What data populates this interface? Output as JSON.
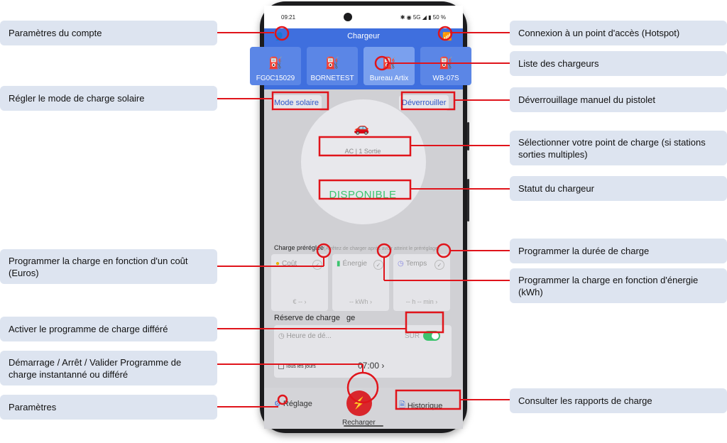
{
  "callouts": {
    "account_settings": "Paramètres du compte",
    "solar_mode": "Régler le mode de charge solaire",
    "cost_schedule": "Programmer la charge en fonction d'un coût (Euros)",
    "deferred_program": "Activer le programme de charge différé",
    "start_stop": "Démarrage / Arrêt / Valider Programme de charge instantanné ou différé",
    "settings": "Paramètres",
    "hotspot": "Connexion à un point d'accès (Hotspot)",
    "charger_list": "Liste des chargeurs",
    "manual_unlock": "Déverrouillage manuel du pistolet",
    "select_outlet": "Sélectionner votre point de charge (si stations sorties multiples)",
    "charger_status": "Statut du chargeur",
    "duration_schedule": "Programmer la durée de charge",
    "energy_schedule": "Programmer la charge en fonction d'énergie (kWh)",
    "history_reports": "Consulter les rapports de charge"
  },
  "status_bar": {
    "time": "09:21",
    "indicators": "✱ ◉ 5G ◢ ▮ 50 %"
  },
  "app": {
    "title": "Chargeur",
    "chargers": [
      "FG0C15029",
      "BORNETEST",
      "Bureau Artix",
      "WB-07S"
    ],
    "solar_mode_label": "Mode solaire",
    "unlock_label": "Déverrouiller",
    "outlet_label": "AC | 1 Sortie",
    "status_label": "DISPONIBLE",
    "preset_title": "Charge préréglée",
    "preset_hint": "(Arrêtez de charger après avoir atteint le préréglage)",
    "presets": {
      "cost": {
        "label": "Coût",
        "value": "€ -- ›"
      },
      "energy": {
        "label": "Énergie",
        "value": "-- kWh ›"
      },
      "time": {
        "label": "Temps",
        "value": "-- h -- min ›"
      }
    },
    "reserve_title": "Réserve de charge",
    "reserve_title_overlap": "ge",
    "start_time_placeholder": "Heure de dé...",
    "sur_label": "SUR",
    "days_label": "Tous les jours",
    "clock_value": "07:00 ›",
    "nav": {
      "settings": "Réglage",
      "charge": "Recharger",
      "history": "Historique"
    }
  },
  "colors": {
    "accent": "#3f6fde",
    "annotation": "#e0141b",
    "available": "#3cc46e",
    "action": "#d9262c"
  }
}
